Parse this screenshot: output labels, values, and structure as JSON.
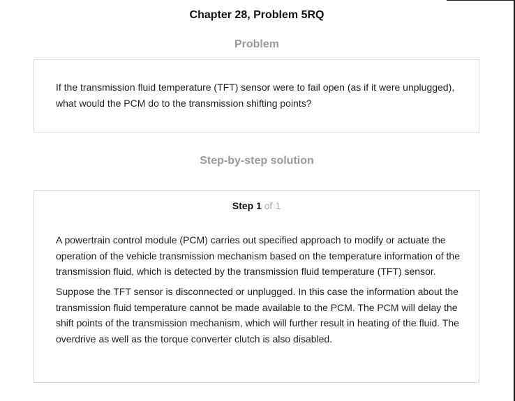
{
  "page": {
    "title": "Chapter 28, Problem 5RQ"
  },
  "problem": {
    "heading": "Problem",
    "text": "If the transmission fluid temperature (TFT) sensor were to fail open (as if it were unplugged), what would the PCM do to the transmission shifting points?"
  },
  "solution": {
    "heading": "Step-by-step solution",
    "step": {
      "word": "Step 1",
      "of": "of 1"
    },
    "paragraphs": [
      "A powertrain control module (PCM) carries out specified approach to modify or actuate the operation of the vehicle transmission mechanism based on the temperature information of the transmission fluid, which is detected by the transmission fluid temperature (TFT) sensor.",
      "Suppose the TFT sensor is disconnected or unplugged. In this case the information about the transmission fluid temperature cannot be made available to the PCM. The PCM will delay the shift points of the transmission mechanism, which will further result in heating of the fluid. The overdrive as well as the torque converter clutch is also disabled."
    ]
  }
}
